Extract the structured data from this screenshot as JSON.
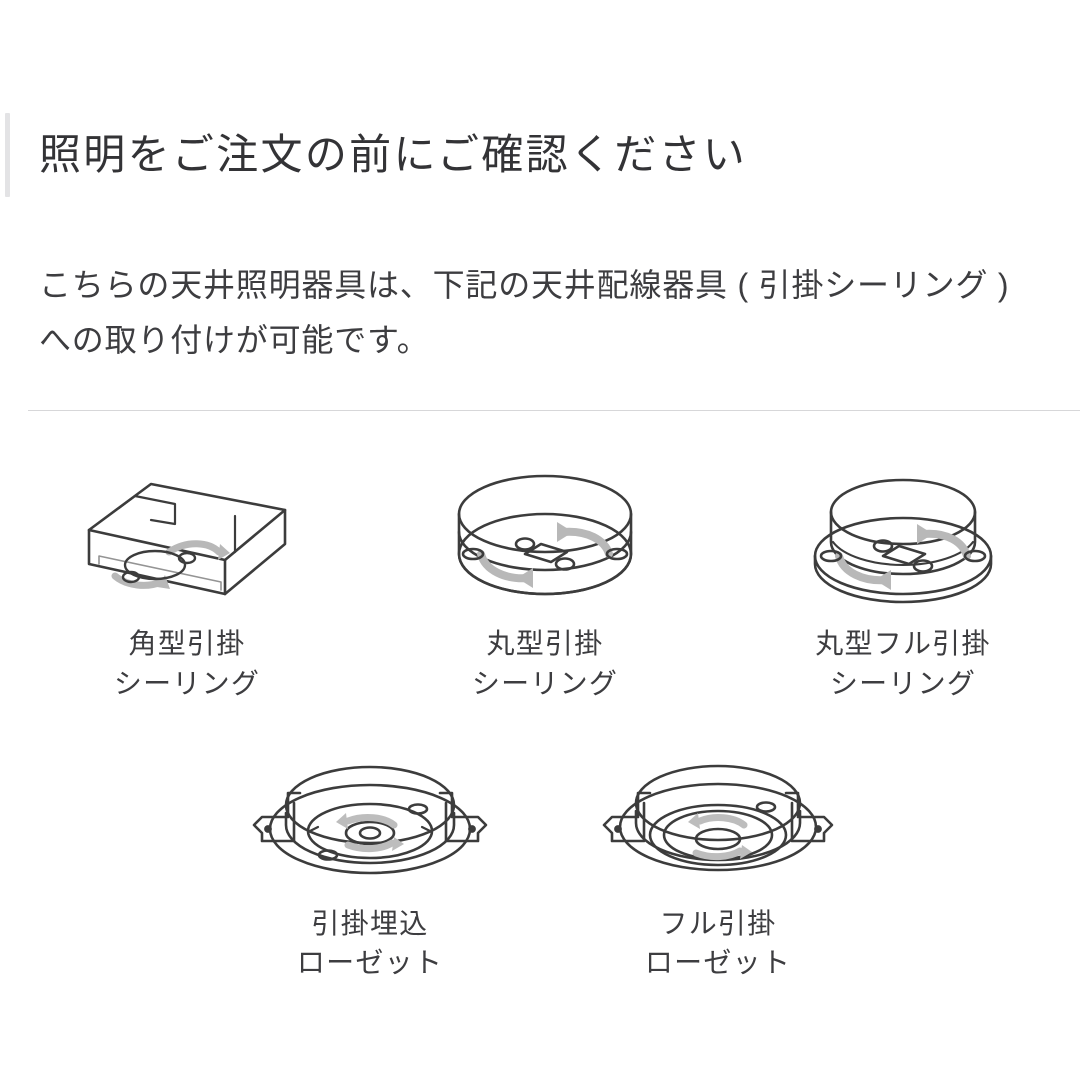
{
  "page": {
    "background": "#ffffff",
    "text_color": "#3d3d40",
    "accent_bar_color": "#e3e3e5",
    "divider_color": "#d7d7d9",
    "line_art_color": "#3c3c3c",
    "arrow_color": "#b4b4b4"
  },
  "heading": {
    "text": "照明をご注文の前にご確認ください"
  },
  "intro": {
    "line1": "こちらの天井照明器具は、下記の天井配線器具 ( 引掛シーリング )",
    "line2": "への取り付けが可能です。"
  },
  "figures": {
    "row_top": [
      {
        "id": "square-hook-ceiling",
        "icon": "square-ceiling-rose-icon",
        "label_line1": "角型引掛",
        "label_line2": "シーリング"
      },
      {
        "id": "round-hook-ceiling",
        "icon": "round-ceiling-rose-icon",
        "label_line1": "丸型引掛",
        "label_line2": "シーリング"
      },
      {
        "id": "round-full-hook-ceiling",
        "icon": "round-full-ceiling-rose-icon",
        "label_line1": "丸型フル引掛",
        "label_line2": "シーリング"
      }
    ],
    "row_bottom": [
      {
        "id": "flush-mount-rosette",
        "icon": "flush-rosette-icon",
        "label_line1": "引掛埋込",
        "label_line2": "ローゼット"
      },
      {
        "id": "full-hook-rosette",
        "icon": "full-hook-rosette-icon",
        "label_line1": "フル引掛",
        "label_line2": "ローゼット"
      }
    ]
  }
}
